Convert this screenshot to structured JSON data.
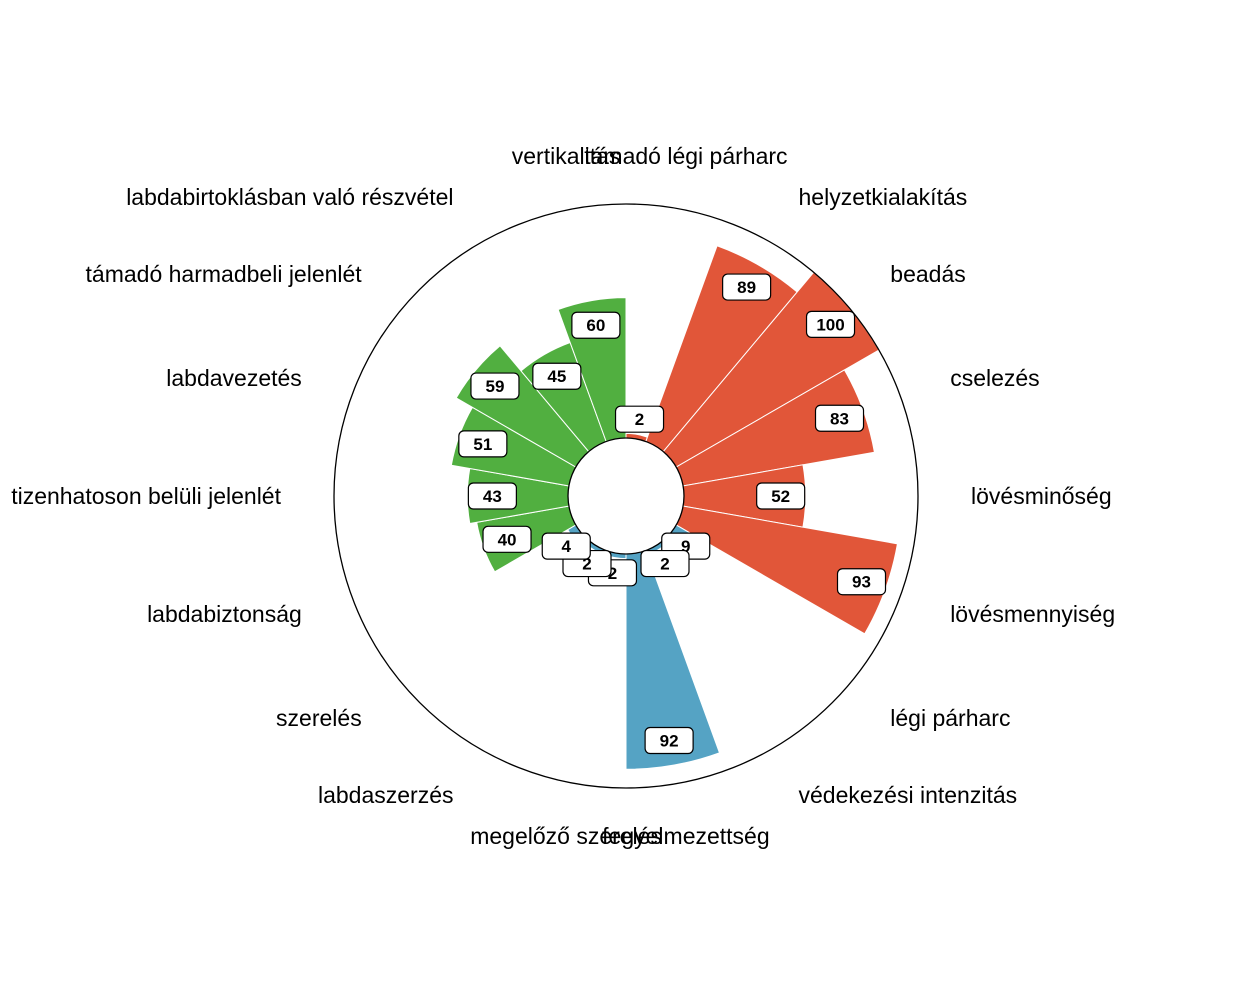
{
  "chart_data": {
    "type": "polar-bar",
    "ylim": [
      0,
      100
    ],
    "grid": false,
    "legend": "none",
    "colors": {
      "attack": "#e15639",
      "defense": "#55a3c4",
      "possession": "#51af40"
    },
    "categories": [
      {
        "label": "támadó légi párharc",
        "value": 2,
        "group": "attack"
      },
      {
        "label": "helyzetkialakítás",
        "value": 89,
        "group": "attack"
      },
      {
        "label": "beadás",
        "value": 100,
        "group": "attack"
      },
      {
        "label": "cselezés",
        "value": 83,
        "group": "attack"
      },
      {
        "label": "lövésminőség",
        "value": 52,
        "group": "attack"
      },
      {
        "label": "lövésmennyiség",
        "value": 93,
        "group": "attack"
      },
      {
        "label": "légi párharc",
        "value": 9,
        "group": "defense"
      },
      {
        "label": "védekezési intenzitás",
        "value": 2,
        "group": "defense"
      },
      {
        "label": "fegyelmezettség",
        "value": 92,
        "group": "defense"
      },
      {
        "label": "megelőző szerelés",
        "value": 2,
        "group": "defense"
      },
      {
        "label": "labdaszerzés",
        "value": 2,
        "group": "defense"
      },
      {
        "label": "szerelés",
        "value": 4,
        "group": "defense"
      },
      {
        "label": "labdabiztonság",
        "value": 40,
        "group": "possession"
      },
      {
        "label": "tizenhatoson belüli jelenlét",
        "value": 43,
        "group": "possession"
      },
      {
        "label": "labdavezetés",
        "value": 51,
        "group": "possession"
      },
      {
        "label": "támadó harmadbeli jelenlét",
        "value": 59,
        "group": "possession"
      },
      {
        "label": "labdabirtoklásban való részvétel",
        "value": 45,
        "group": "possession"
      },
      {
        "label": "vertikalitás",
        "value": 60,
        "group": "possession"
      }
    ]
  }
}
